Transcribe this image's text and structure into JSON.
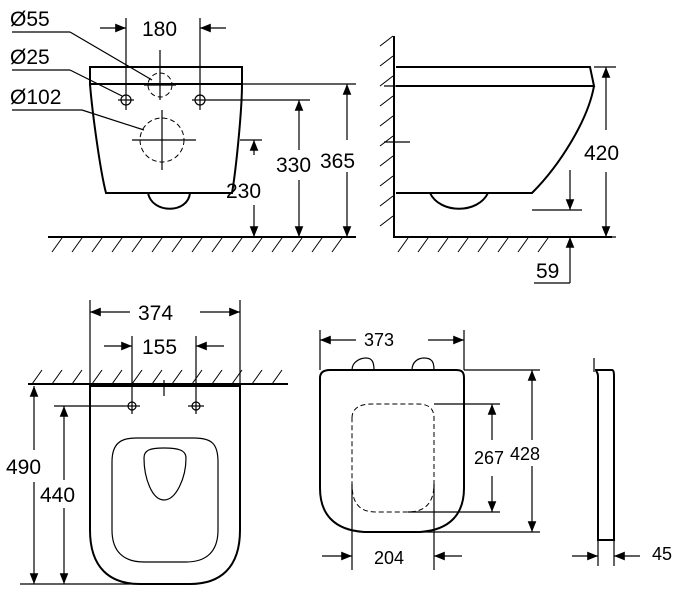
{
  "front_view": {
    "dim_width_top": "180",
    "dim_dia_55": "Ø55",
    "dim_dia_25": "Ø25",
    "dim_dia_102": "Ø102",
    "dim_230": "230",
    "dim_330": "330",
    "dim_365": "365"
  },
  "side_view": {
    "dim_height": "420",
    "dim_offset": "59"
  },
  "top_view": {
    "dim_width": "374",
    "dim_holes": "155",
    "dim_length": "490",
    "dim_length_holes": "440"
  },
  "seat_view": {
    "dim_width": "373",
    "dim_length": "428",
    "dim_opening_length": "267",
    "dim_opening_width": "204"
  },
  "seat_side_view": {
    "dim_thickness": "45"
  }
}
